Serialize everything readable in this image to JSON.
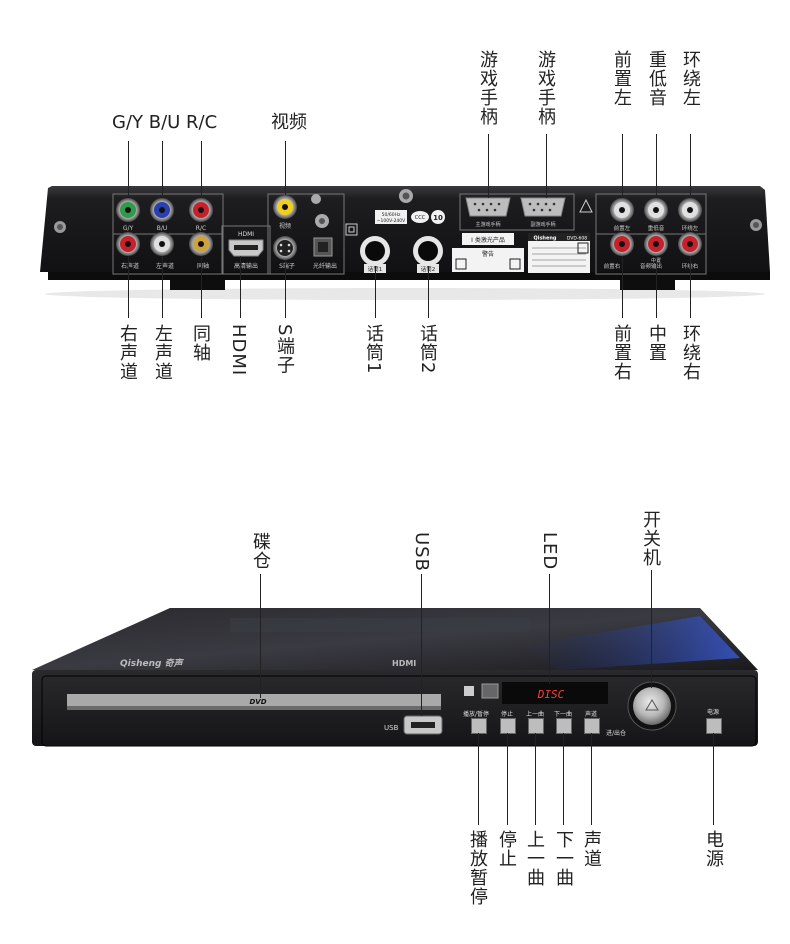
{
  "rear": {
    "top_labels": {
      "gy_bu_rc": "G/Y B/U R/C",
      "video": "视频",
      "gamepad_1": "游戏手柄",
      "gamepad_2": "游戏手柄",
      "front_left": "前置左",
      "subwoofer": "重低音",
      "surround_left": "环绕左"
    },
    "bottom_labels": {
      "right_channel": "右声道",
      "left_channel": "左声道",
      "coaxial": "同轴",
      "hdmi": "HDMI",
      "s_video": "S端子",
      "mic_1": "话筒1",
      "mic_2": "话筒2",
      "front_right": "前置右",
      "center": "中置",
      "surround_right": "环绕右"
    },
    "panel_text": {
      "gy": "G/Y",
      "bu": "B/U",
      "rc": "R/C",
      "hdmi": "HDMI",
      "right_ch": "右声道",
      "left_ch": "左声道",
      "coax": "同轴",
      "hdmi_out": "高清输出",
      "s_term": "S端子",
      "optical": "光纤输出",
      "video": "视频",
      "mic1": "话筒1",
      "mic2": "话筒2",
      "freq": "50/60Hz",
      "volt": "~100V-240V",
      "ccc": "CCC",
      "ten": "10",
      "game_main": "主游戏手柄",
      "game_sub": "副游戏手柄",
      "laser": "I 类激光产品",
      "warning": "警告",
      "brand": "Qisheng",
      "model": "DVD-608",
      "fl": "前置左",
      "sw": "重低音",
      "sl": "环绕左",
      "fr": "前置右",
      "ct": "中置",
      "sr": "环绕右",
      "audio_out": "音频输出"
    }
  },
  "front": {
    "top_labels": {
      "disc_tray": "碟仓",
      "usb": "USB",
      "led": "LED",
      "power_switch": "开关机"
    },
    "bottom_labels": {
      "play_pause": "播放暂停",
      "stop": "停止",
      "prev": "上一曲",
      "next": "下一曲",
      "channel": "声道",
      "power": "电源"
    },
    "panel_text": {
      "brand": "Qisheng 奇声",
      "hdmi": "HDMI",
      "dvd": "DVD",
      "usb": "USB",
      "display": "DISC",
      "btn_play": "播放/暂停",
      "btn_stop": "停止",
      "btn_prev": "上一曲",
      "btn_next": "下一曲",
      "btn_channel": "声道",
      "open_close": "进/出仓",
      "power": "电源"
    }
  },
  "colors": {
    "green_jack": "#2f9a4a",
    "blue_jack": "#2a3fb0",
    "red_jack": "#c8202a",
    "yellow_jack": "#f2cf1b",
    "white_jack": "#d8d8d8",
    "display_red": "#ff3b3b",
    "device_body": "#1b1b1d"
  }
}
